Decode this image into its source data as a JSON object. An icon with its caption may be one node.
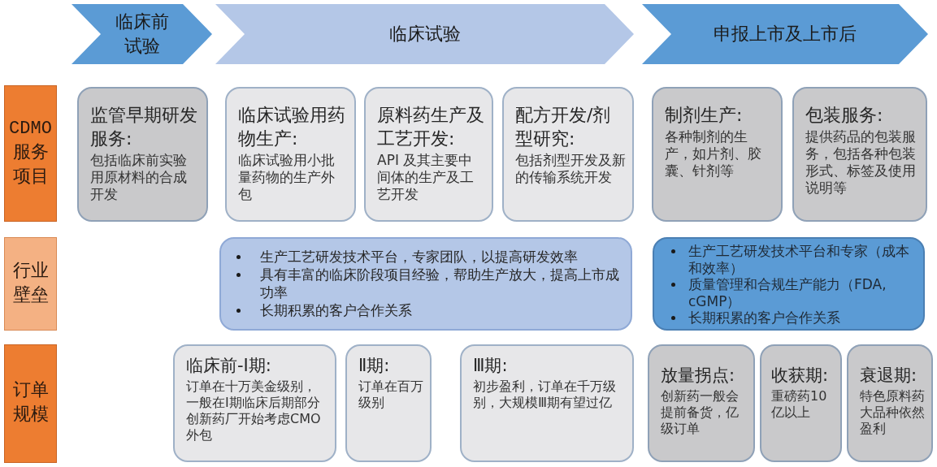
{
  "diagram": {
    "nodes": [
      {
        "text": [
          "临床前试验"
        ]
      },
      {
        "text": [
          "临床试验"
        ]
      },
      {
        "text": [
          "申报上市及上市后"
        ]
      },
      {
        "text": [
          "CDMO服务项目"
        ]
      },
      {
        "text": [
          "监管早期研发服务:",
          "包括临床前实验用原材料的合成开发"
        ]
      },
      {
        "text": [
          "临床试验用药物生产:",
          "临床试验用小批量药物的生产外包"
        ]
      },
      {
        "text": [
          "原料药生产及工艺开发:",
          "API 及其主要中间体的生产及工艺开发"
        ]
      },
      {
        "text": [
          "配方开发/剂型研究:",
          "包括剂型开发及新的传输系统开发"
        ]
      },
      {
        "text": [
          "制剂生产:",
          "各种制剂的生产，如片剂、胶囊、针剂等"
        ]
      },
      {
        "text": [
          "包装服务:",
          "提供药品的包装服务，包括各种包装形式、标签及使用说明等"
        ]
      },
      {
        "text": [
          "行业壁垒"
        ]
      },
      {
        "text": [
          "生产工艺研发技术平台，专家团队，以提高研发效率",
          "具有丰富的临床阶段项目经验，帮助生产放大，提高上市成功率",
          "长期积累的客户合作关系"
        ]
      },
      {
        "text": [
          "生产工艺研发技术平台和专家（成本和效率）",
          "质量管理和合规生产能力（FDA, cGMP）",
          "长期积累的客户合作关系"
        ]
      },
      {
        "text": [
          "订单规模"
        ]
      },
      {
        "text": [
          "临床前-Ⅰ期:",
          "订单在十万美金级别，一般在I期临床后期部分创新药厂开始考虑CMO外包"
        ]
      },
      {
        "text": [
          "Ⅱ期:",
          "订单在百万级别"
        ]
      },
      {
        "text": [
          "Ⅲ期:",
          "初步盈利，订单在千万级别，大规模Ⅲ期有望过亿"
        ]
      },
      {
        "text": [
          "放量拐点:",
          "创新药一般会提前备货，亿级订单"
        ]
      },
      {
        "text": [
          "收获期:",
          "重磅药10亿以上"
        ]
      },
      {
        "text": [
          "衰退期:",
          "特色原料药大品种依然盈利"
        ]
      }
    ]
  }
}
